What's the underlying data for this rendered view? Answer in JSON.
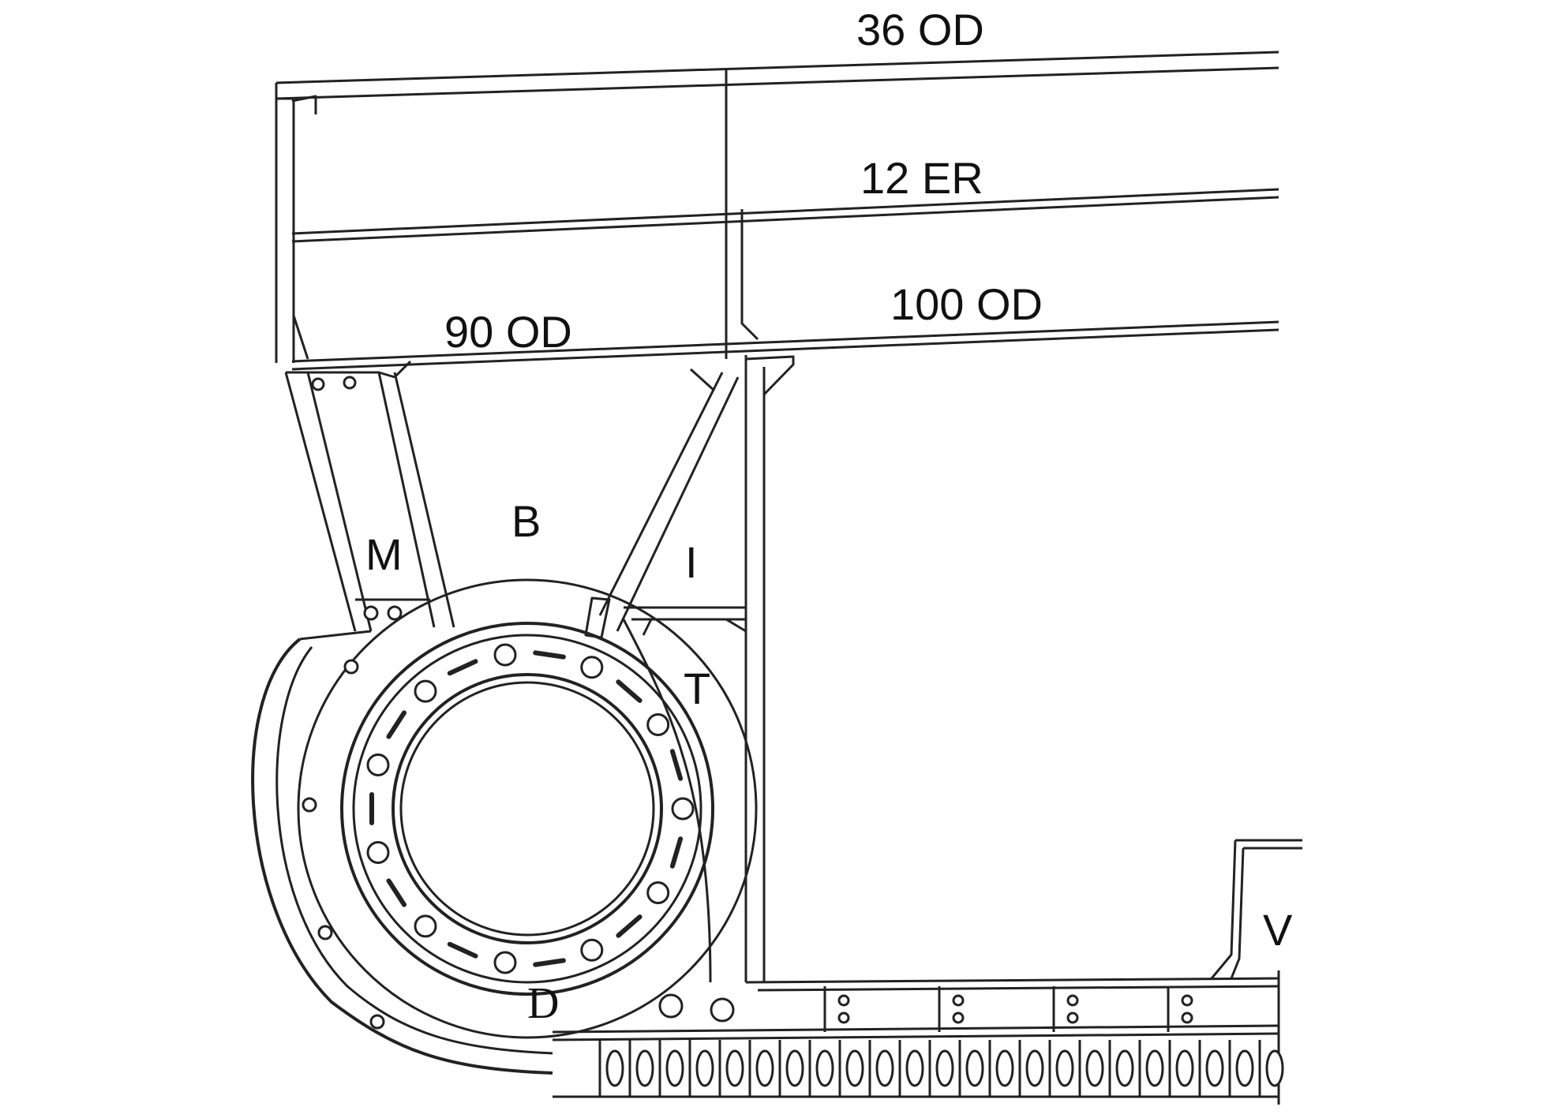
{
  "diagram": {
    "labels": {
      "top_deck": "36 OD",
      "second_deck": "12 ER",
      "third_deck_right": "100 OD",
      "third_deck_left": "90 OD",
      "region_b": "B",
      "region_m": "M",
      "region_i": "I",
      "region_t": "T",
      "region_d": "D",
      "region_v": "V"
    }
  }
}
